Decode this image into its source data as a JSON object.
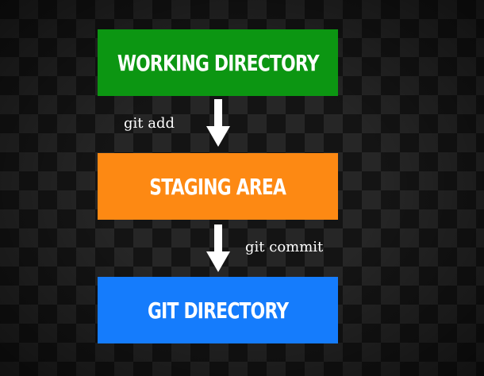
{
  "diagram": {
    "boxes": [
      {
        "label": "WORKING DIRECTORY",
        "color": "#0c9612"
      },
      {
        "label": "STAGING AREA",
        "color": "#fd8913"
      },
      {
        "label": "GIT DIRECTORY",
        "color": "#157cfc"
      }
    ],
    "transitions": [
      {
        "label": "git add",
        "from": "WORKING DIRECTORY",
        "to": "STAGING AREA"
      },
      {
        "label": "git commit",
        "from": "STAGING AREA",
        "to": "GIT DIRECTORY"
      }
    ],
    "arrow_color": "#ffffff",
    "text_color": "#ffffff",
    "background_color": "#141414"
  }
}
